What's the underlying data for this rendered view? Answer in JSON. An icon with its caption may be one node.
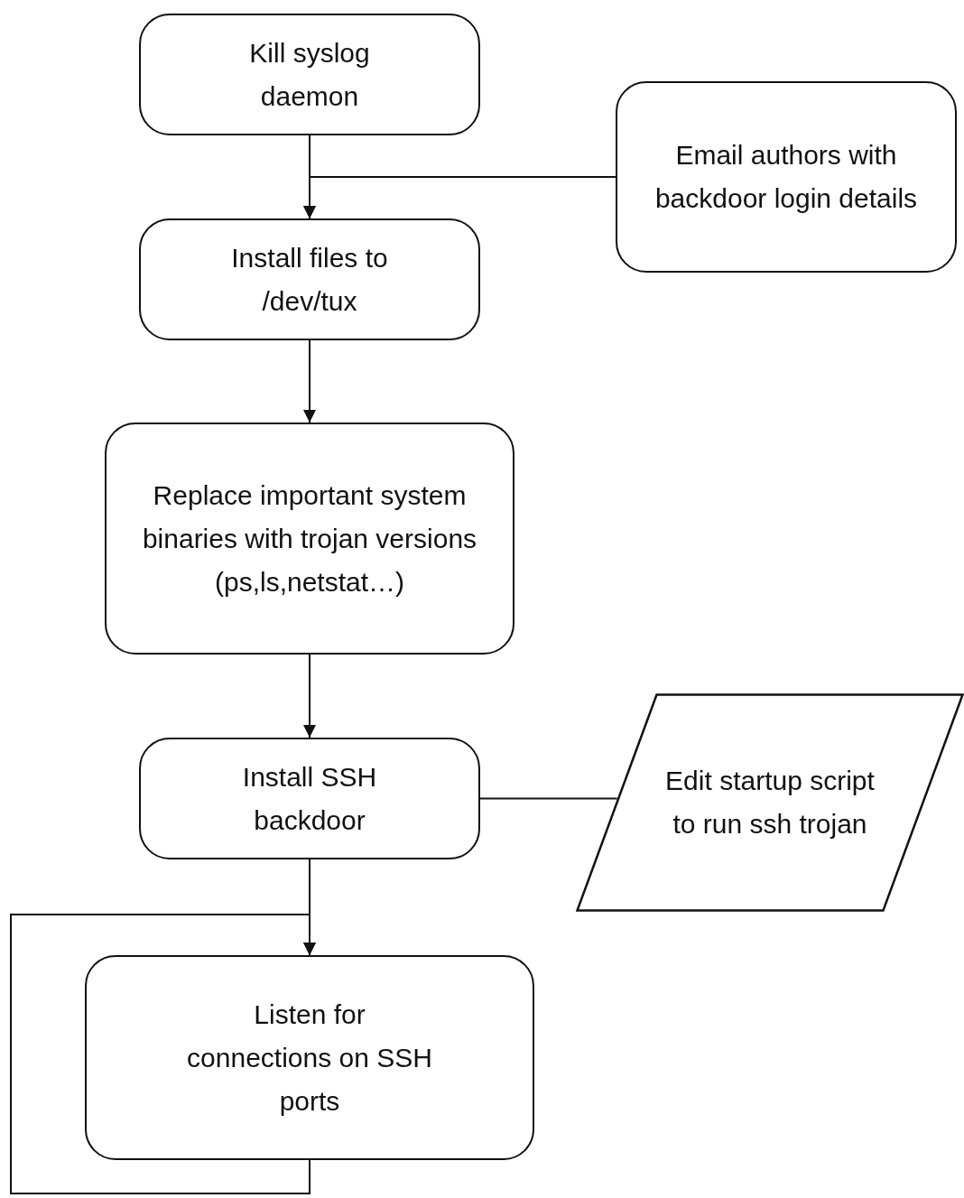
{
  "diagram": {
    "nodes": [
      {
        "text": [
          "Kill syslog daemon"
        ]
      },
      {
        "text": [
          "Email authors with backdoor login details"
        ]
      },
      {
        "text": [
          "Install files to /dev/tux"
        ]
      },
      {
        "text": [
          "Replace important system binaries with trojan versions (ps,ls,netstat…)"
        ]
      },
      {
        "text": [
          "Install SSH backdoor"
        ]
      },
      {
        "text": [
          "Edit startup script to run ssh trojan"
        ]
      },
      {
        "text": [
          "Listen for connections on SSH ports"
        ]
      }
    ],
    "edges": [
      {
        "from": 0,
        "to": 2,
        "arrow": "to"
      },
      {
        "from": 1,
        "to": 2,
        "arrow": "to"
      },
      {
        "from": 2,
        "to": 3,
        "arrow": "to"
      },
      {
        "from": 3,
        "to": 4,
        "arrow": "to"
      },
      {
        "from": 4,
        "to": 5,
        "arrow": "none"
      },
      {
        "from": 4,
        "to": 6,
        "arrow": "to"
      },
      {
        "from": 6,
        "to": 6,
        "arrow": "to"
      }
    ]
  }
}
